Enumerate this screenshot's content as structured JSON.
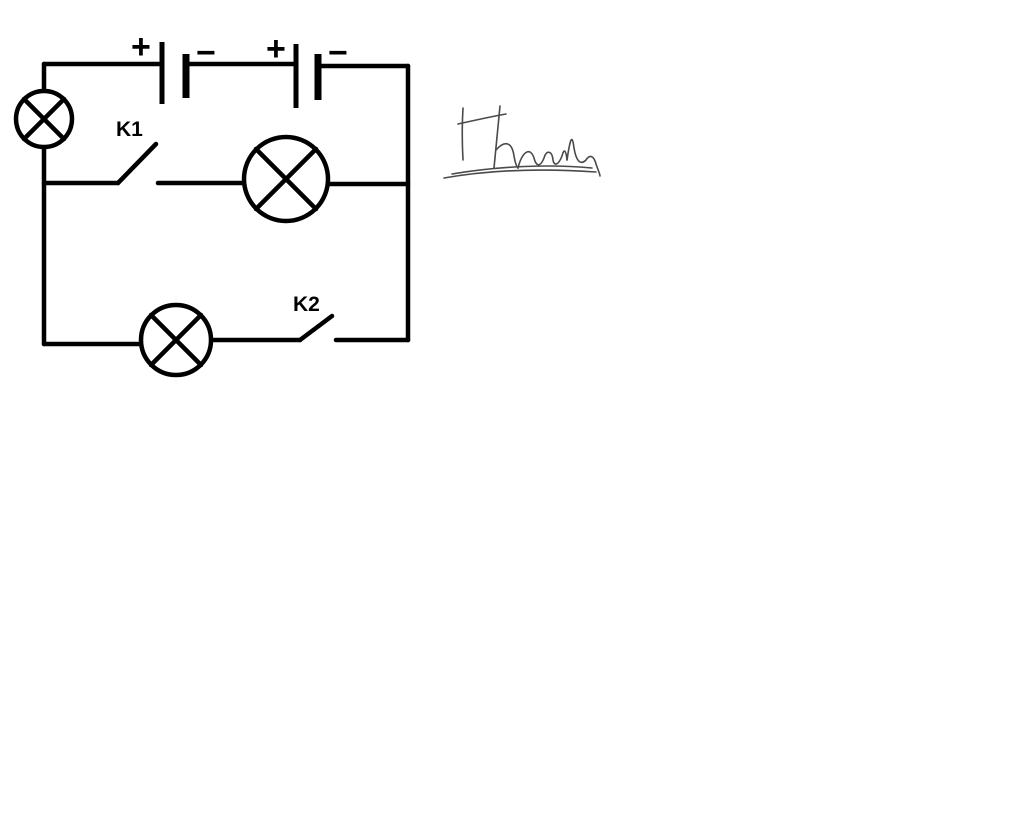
{
  "diagram": {
    "battery_cells": [
      {
        "positive_sign": "+",
        "negative_sign": "−"
      },
      {
        "positive_sign": "+",
        "negative_sign": "−"
      }
    ],
    "switches": [
      {
        "label": "K1"
      },
      {
        "label": "K2"
      }
    ],
    "lamp_count": 3,
    "handwritten_note": "Thanks",
    "colors": {
      "ink": "#000000",
      "background": "#ffffff",
      "pencil": "#4a4a4a"
    }
  }
}
